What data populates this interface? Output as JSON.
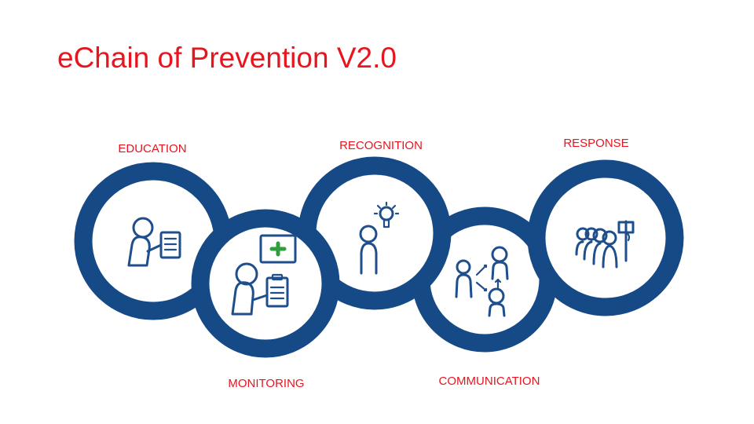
{
  "title": "eChain of Prevention V2.0",
  "colors": {
    "title": "#e8141e",
    "chain": "#154a87",
    "ink": "#1f4e8c",
    "accent_green": "#2e9e3e"
  },
  "chain_links": [
    {
      "label": "EDUCATION",
      "icon": "teacher-with-document-icon"
    },
    {
      "label": "MONITORING",
      "icon": "person-with-clipboard-and-medical-monitor-icon"
    },
    {
      "label": "RECOGNITION",
      "icon": "person-with-lightbulb-icon"
    },
    {
      "label": "COMMUNICATION",
      "icon": "people-communicating-icon"
    },
    {
      "label": "RESPONSE",
      "icon": "response-team-icon"
    }
  ]
}
